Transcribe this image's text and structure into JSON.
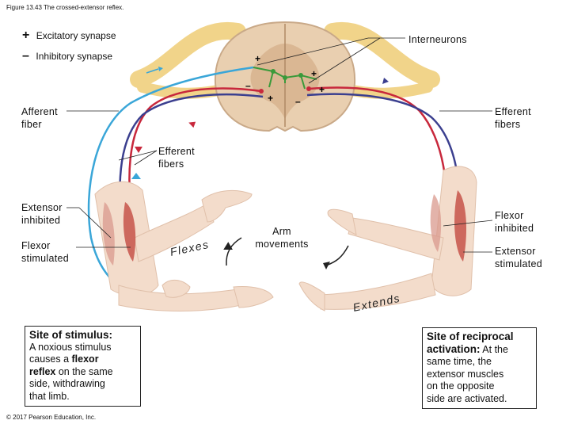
{
  "figure_title": "Figure 13.43 The crossed-extensor reflex.",
  "legend": {
    "excitatory_sign": "+",
    "excitatory_label": "Excitatory synapse",
    "inhibitory_sign": "–",
    "inhibitory_label": "Inhibitory synapse"
  },
  "labels": {
    "interneurons": "Interneurons",
    "afferent_fiber_1": "Afferent",
    "afferent_fiber_2": "fiber",
    "efferent_fibers_right_1": "Efferent",
    "efferent_fibers_right_2": "fibers",
    "efferent_fibers_center_1": "Efferent",
    "efferent_fibers_center_2": "fibers",
    "extensor_inhibited_1": "Extensor",
    "extensor_inhibited_2": "inhibited",
    "flexor_stimulated_1": "Flexor",
    "flexor_stimulated_2": "stimulated",
    "flexes": "Flexes",
    "arm_movements_1": "Arm",
    "arm_movements_2": "movements",
    "extends": "Extends",
    "flexor_inhibited_1": "Flexor",
    "flexor_inhibited_2": "inhibited",
    "extensor_stimulated_1": "Extensor",
    "extensor_stimulated_2": "stimulated"
  },
  "site_of_stimulus": {
    "heading": "Site of stimulus:",
    "line1": "A noxious stimulus",
    "line2_pre": "causes a ",
    "line2_bold": "flexor",
    "line3_bold": "reflex",
    "line3_post": " on the same",
    "line4": "side, withdrawing",
    "line5": "that limb."
  },
  "site_of_reciprocal": {
    "heading1": "Site of reciprocal",
    "heading2": "activation:",
    "line2_post": " At the",
    "line3": "same time, the",
    "line4": "extensor muscles",
    "line5": "on the opposite",
    "line6": "side are activated."
  },
  "synapse_signs": {
    "plus": "+",
    "minus": "–"
  },
  "copyright": "© 2017 Pearson Education, Inc.",
  "colors": {
    "afferent": "#3aa6d8",
    "efferent_red": "#c8283c",
    "efferent_blue": "#3b3f8f",
    "interneuron": "#3a9a3a",
    "nerve": "#f1d48a",
    "cord": "#e9cfb0",
    "skin": "#f3dccb",
    "muscle": "#c6534a"
  }
}
